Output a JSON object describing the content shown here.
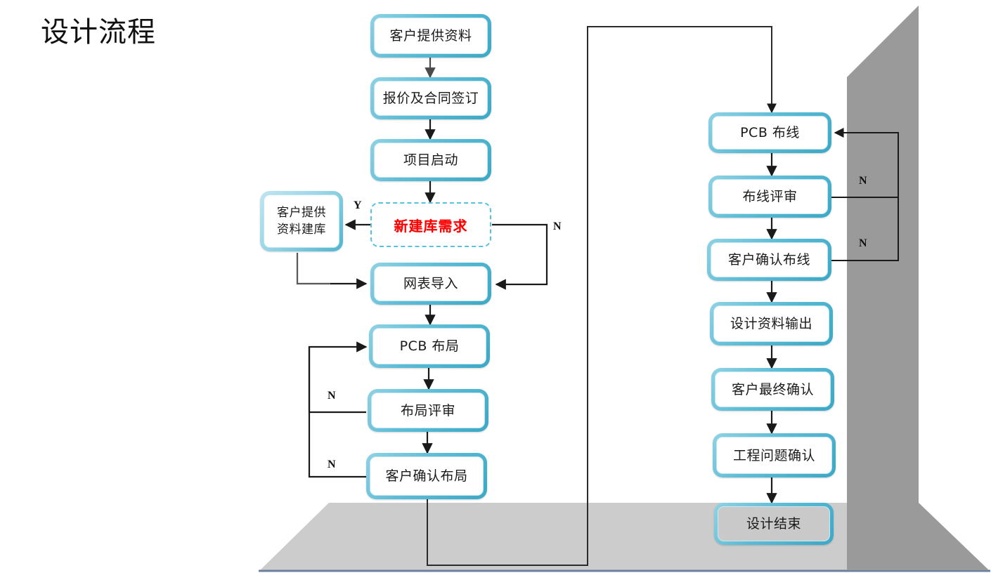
{
  "page": {
    "title": "设计流程",
    "background": "#ffffff",
    "floor_color": "#cccccc",
    "wall_color": "#9a9a9a",
    "floor_edge_color": "#6b7f9e"
  },
  "theme": {
    "box_border": "#4db3cf",
    "box_border_light": "#a9dced",
    "box_fill": "#ffffff",
    "decision_border": "#56c2dd",
    "decision_text": "#ff0000",
    "connector": "#1a1a1a",
    "floor_box_fill": "#c9c9c9"
  },
  "nodes": {
    "customer_provides_data": "客户提供资料",
    "quote_and_contract": "报价及合同签订",
    "project_kickoff": "项目启动",
    "new_library_requirement": "新建库需求",
    "customer_provides_library_data": "客户提供\n资料建库",
    "customer_provides_library_data_line1": "客户提供",
    "customer_provides_library_data_line2": "资料建库",
    "netlist_import": "网表导入",
    "pcb_layout": "PCB 布局",
    "layout_review": "布局评审",
    "customer_confirm_layout": "客户确认布局",
    "pcb_routing": "PCB 布线",
    "routing_review": "布线评审",
    "customer_confirm_routing": "客户确认布线",
    "design_data_output": "设计资料输出",
    "customer_final_confirm": "客户最终确认",
    "engineering_issue_confirm": "工程问题确认",
    "design_end": "设计结束"
  },
  "edge_labels": {
    "yes": "Y",
    "no_library": "N",
    "no_layout_review": "N",
    "no_customer_layout": "N",
    "no_routing_review": "N",
    "no_customer_routing": "N"
  },
  "flow": {
    "main_sequence": [
      "客户提供资料",
      "报价及合同签订",
      "项目启动",
      "新建库需求",
      "网表导入",
      "PCB 布局",
      "布局评审",
      "客户确认布局",
      "PCB 布线",
      "布线评审",
      "客户确认布线",
      "设计资料输出",
      "客户最终确认",
      "工程问题确认",
      "设计结束"
    ],
    "branches": [
      {
        "from": "新建库需求",
        "label": "Y",
        "to": "客户提供资料建库"
      },
      {
        "from": "新建库需求",
        "label": "N",
        "to": "网表导入"
      },
      {
        "from": "客户提供资料建库",
        "label": "",
        "to": "网表导入"
      },
      {
        "from": "布局评审",
        "label": "N",
        "to": "PCB 布局"
      },
      {
        "from": "客户确认布局",
        "label": "N",
        "to": "PCB 布局"
      },
      {
        "from": "布线评审",
        "label": "N",
        "to": "PCB 布线"
      },
      {
        "from": "客户确认布线",
        "label": "N",
        "to": "PCB 布线"
      },
      {
        "from": "客户确认布局",
        "label": "",
        "to": "PCB 布线"
      }
    ]
  }
}
